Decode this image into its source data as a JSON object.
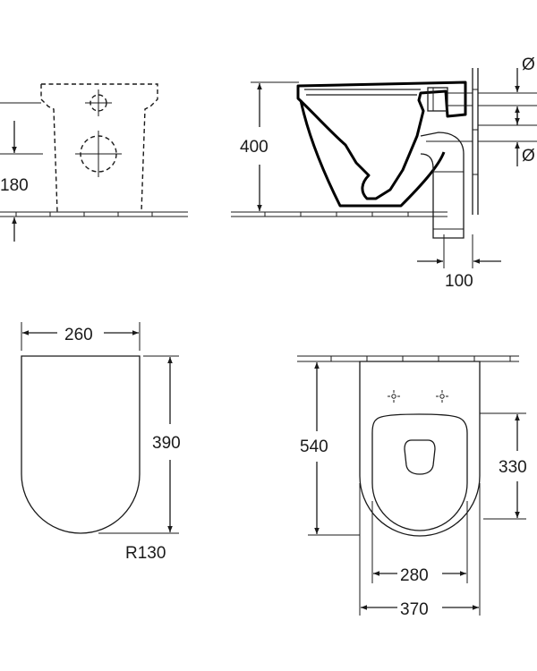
{
  "dimensions": {
    "front_height": "180",
    "side_height": "400",
    "side_outlet_offset": "100",
    "diameter_symbol_top": "Ø",
    "diameter_symbol_bottom": "Ø",
    "cover_width": "260",
    "cover_height": "390",
    "cover_radius": "R130",
    "plan_depth": "540",
    "plan_seat_depth": "330",
    "plan_inner_width": "280",
    "plan_outer_width": "370"
  },
  "colors": {
    "line": "#1a1a1a",
    "background": "#ffffff"
  }
}
